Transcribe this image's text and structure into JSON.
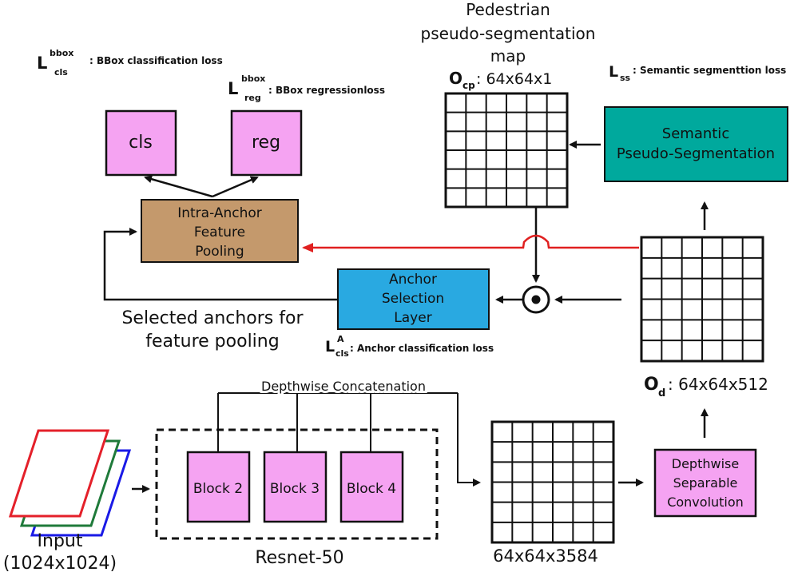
{
  "input": {
    "label": "Input",
    "size": "(1024x1024)"
  },
  "resnet": {
    "label": "Resnet-50",
    "blocks": [
      "Block 2",
      "Block 3",
      "Block 4"
    ],
    "concat_label": "Depthwise Concatenation"
  },
  "concat_map": {
    "label": "64x64x3584"
  },
  "dsconv": {
    "lines": [
      "Depthwise",
      "Separable",
      "Convolution"
    ]
  },
  "od_map": {
    "symbol": "O",
    "sub": "d",
    "dims": ": 64x64x512"
  },
  "semantic": {
    "lines": [
      "Semantic",
      "Pseudo-Segmentation"
    ]
  },
  "lss": {
    "symbol": "L",
    "sub": "ss",
    "text": ": Semantic segmenttion loss"
  },
  "ocp_map": {
    "title_lines": [
      "Pedestrian",
      "pseudo-segmentation",
      "map"
    ],
    "symbol": "O",
    "sub": "cp",
    "dims": ": 64x64x1"
  },
  "anchor_sel": {
    "lines": [
      "Anchor",
      "Selection",
      "Layer"
    ]
  },
  "la": {
    "symbol": "L",
    "sup": "A",
    "sub": "cls",
    "text": ": Anchor classification loss"
  },
  "selected_anchors": {
    "lines": [
      "Selected anchors for",
      "feature pooling"
    ]
  },
  "pooling": {
    "lines": [
      "Intra-Anchor",
      "Feature",
      "Pooling"
    ]
  },
  "cls_box": {
    "label": "cls"
  },
  "reg_box": {
    "label": "reg"
  },
  "l_cls": {
    "symbol": "L",
    "sup": "bbox",
    "sub": "cls",
    "text": ": BBox classification loss"
  },
  "l_reg": {
    "symbol": "L",
    "sup": "bbox",
    "sub": "reg",
    "text": ": BBox regressionloss"
  },
  "multiply_symbol": "⊙",
  "colors": {
    "block_pink": "#F5A3F2",
    "pooling_tan": "#C4996C",
    "semantic_teal": "#00A99D",
    "anchor_blue": "#29A9E1",
    "red_arrow": "#E02020",
    "layer_red": "#E4202A",
    "layer_green": "#1F7A3A",
    "layer_blue": "#1A1AE6"
  }
}
